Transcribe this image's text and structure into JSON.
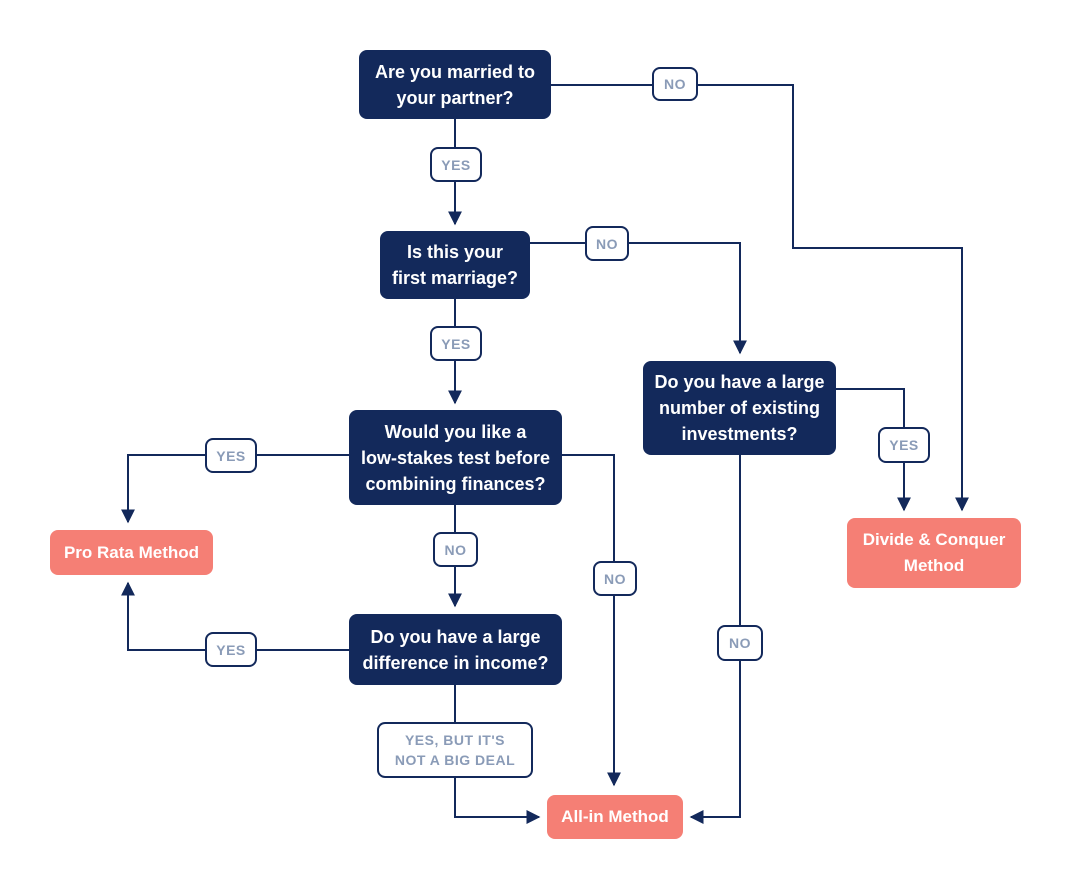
{
  "colors": {
    "question_box": "#13295b",
    "result_box": "#f57f75",
    "connector": "#13295b",
    "label_text": "#8a9bb7"
  },
  "nodes": {
    "q_married": "Are you married to\nyour partner?",
    "q_first_marriage": "Is this your\nfirst marriage?",
    "q_low_stakes": "Would you like a\nlow-stakes test before\ncombining finances?",
    "q_income": "Do you have a large\ndifference in income?",
    "q_investments": "Do you have a large\nnumber of existing\ninvestments?",
    "r_pro_rata": "Pro Rata Method",
    "r_all_in": "All-in Method",
    "r_divide": "Divide & Conquer\nMethod"
  },
  "edge_labels": {
    "married_no": "NO",
    "married_yes": "YES",
    "first_no": "NO",
    "first_yes": "YES",
    "lowstakes_yes": "YES",
    "lowstakes_no_down": "NO",
    "lowstakes_no_right": "NO",
    "income_yes": "YES",
    "income_yes_minor": "YES, BUT IT'S\nNOT A BIG DEAL",
    "investments_yes": "YES",
    "investments_no": "NO"
  }
}
